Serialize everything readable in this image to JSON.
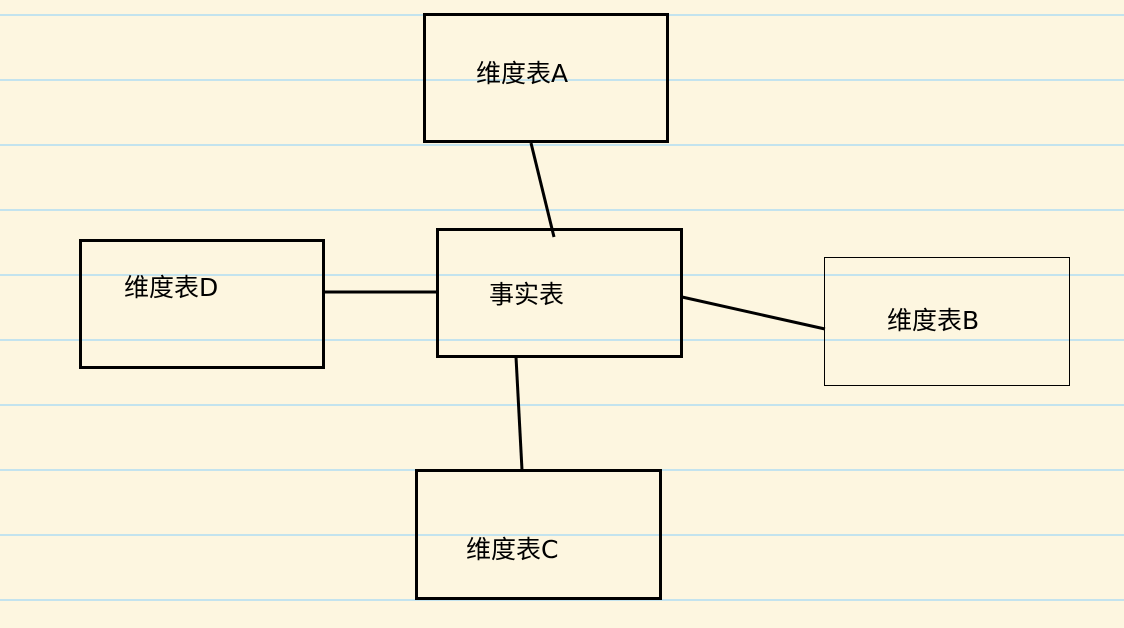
{
  "nodes": {
    "fact": {
      "label": "事实表"
    },
    "dimA": {
      "label": "维度表A"
    },
    "dimB": {
      "label": "维度表B"
    },
    "dimC": {
      "label": "维度表C"
    },
    "dimD": {
      "label": "维度表D"
    }
  },
  "colors": {
    "background": "#fdf6e0",
    "ruled_line": "#c3e3ee",
    "stroke": "#000000"
  }
}
